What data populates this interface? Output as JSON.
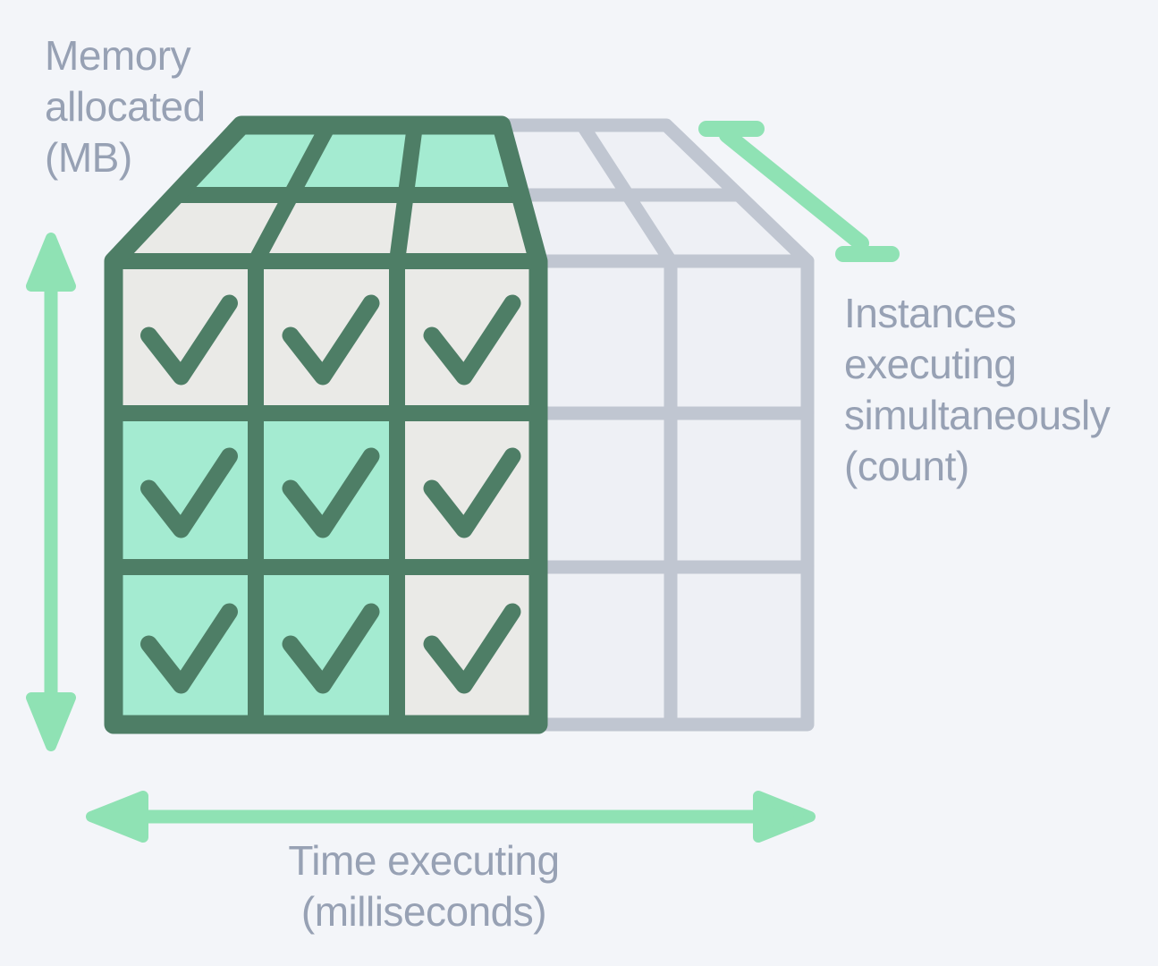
{
  "page": {
    "background": "#F3F5F9"
  },
  "colors": {
    "active_border": "#4E7E66",
    "check": "#4E7E66",
    "inactive_border": "#C0C6D1",
    "arrow": "#8FE2B4",
    "label_text": "#97A1B4",
    "cell_fills": {
      "mint": "#A4EBD1",
      "gray": "#EAEAE7",
      "faint": "#EEF0F5"
    }
  },
  "labels": {
    "memory": [
      "Memory",
      "allocated",
      "(MB)"
    ],
    "instances": [
      "Instances",
      "executing",
      "simultaneously",
      "(count)"
    ],
    "time": [
      "Time executing",
      "(milliseconds)"
    ]
  },
  "cube": {
    "total_columns": 5,
    "active_columns": 3,
    "top_rows": [
      {
        "cells": [
          "mint",
          "mint",
          "mint",
          "faint",
          "faint"
        ]
      },
      {
        "cells": [
          "gray",
          "gray",
          "gray",
          "faint",
          "faint"
        ]
      }
    ],
    "front_rows": [
      {
        "cells": [
          {
            "fill": "gray",
            "check": true
          },
          {
            "fill": "gray",
            "check": true
          },
          {
            "fill": "gray",
            "check": true
          },
          {
            "fill": "faint",
            "check": false
          },
          {
            "fill": "faint",
            "check": false
          }
        ]
      },
      {
        "cells": [
          {
            "fill": "mint",
            "check": true
          },
          {
            "fill": "mint",
            "check": true
          },
          {
            "fill": "gray",
            "check": true
          },
          {
            "fill": "faint",
            "check": false
          },
          {
            "fill": "faint",
            "check": false
          }
        ]
      },
      {
        "cells": [
          {
            "fill": "mint",
            "check": true
          },
          {
            "fill": "mint",
            "check": true
          },
          {
            "fill": "gray",
            "check": true
          },
          {
            "fill": "faint",
            "check": false
          },
          {
            "fill": "faint",
            "check": false
          }
        ]
      }
    ]
  }
}
